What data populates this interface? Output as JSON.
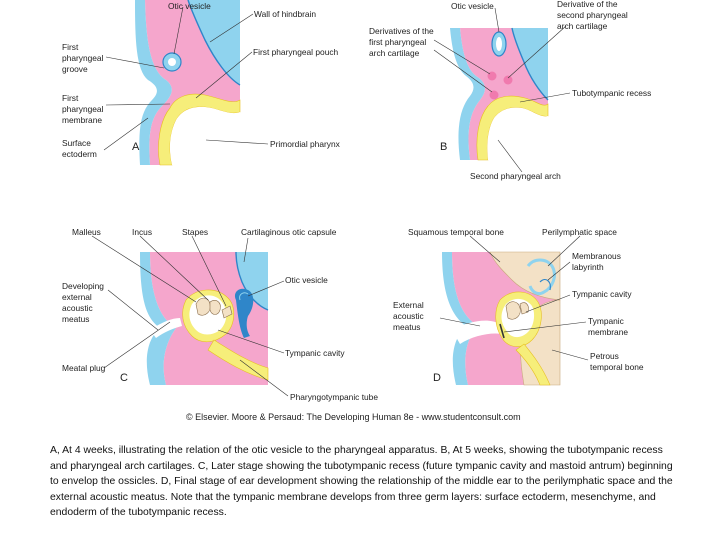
{
  "colors": {
    "pink": "#f5a6cc",
    "blue": "#8fd3ee",
    "blue_dark": "#2f86c9",
    "yellow": "#f6ee7a",
    "cream": "#f3e1c6",
    "background": "#ffffff"
  },
  "panels": {
    "A": {
      "letter": "A",
      "labels": {
        "otic_vesicle": "Otic vesicle",
        "wall_of_hindbrain": "Wall of hindbrain",
        "first_pharyngeal_groove": [
          "First",
          "pharyngeal",
          "groove"
        ],
        "first_pharyngeal_pouch": "First pharyngeal pouch",
        "first_pharyngeal_membrane": [
          "First",
          "pharyngeal",
          "membrane"
        ],
        "surface_ectoderm": [
          "Surface",
          "ectoderm"
        ],
        "primordial_pharynx": "Primordial pharynx"
      }
    },
    "B": {
      "letter": "B",
      "labels": {
        "otic_vesicle": "Otic vesicle",
        "derivatives_first_arch": [
          "Derivatives of the",
          "first pharyngeal",
          "arch cartilage"
        ],
        "derivative_second_arch": [
          "Derivative of the",
          "second pharyngeal",
          "arch cartilage"
        ],
        "tubotympanic_recess": "Tubotympanic recess",
        "second_pharyngeal_arch": "Second pharyngeal arch"
      }
    },
    "C": {
      "letter": "C",
      "labels": {
        "malleus": "Malleus",
        "incus": "Incus",
        "stapes": "Stapes",
        "cartilaginous_otic_capsule": "Cartilaginous otic capsule",
        "developing_external_meatus": [
          "Developing",
          "external",
          "acoustic",
          "meatus"
        ],
        "otic_vesicle": "Otic vesicle",
        "tympanic_cavity": "Tympanic cavity",
        "meatal_plug": "Meatal plug",
        "pharyngotympanic_tube": "Pharyngotympanic tube"
      }
    },
    "D": {
      "letter": "D",
      "labels": {
        "squamous_temporal_bone": "Squamous temporal bone",
        "perilymphatic_space": "Perilymphatic space",
        "membranous_labyrinth": [
          "Membranous",
          "labyrinth"
        ],
        "tympanic_cavity": "Tympanic cavity",
        "external_acoustic_meatus": [
          "External",
          "acoustic",
          "meatus"
        ],
        "tympanic_membrane": [
          "Tympanic",
          "membrane"
        ],
        "petrous_temporal_bone": [
          "Petrous",
          "temporal bone"
        ]
      }
    }
  },
  "copyright": "© Elsevier. Moore & Persaud: The Developing Human 8e - www.studentconsult.com",
  "caption": "A, At 4 weeks, illustrating the relation of the otic vesicle to the pharyngeal apparatus. B, At 5 weeks, showing the tubotympanic recess and pharyngeal arch cartilages. C, Later stage showing the tubotympanic recess (future tympanic cavity and mastoid antrum) beginning to envelop the ossicles. D, Final stage of ear development showing the relationship of the middle ear to the perilymphatic space and the external acoustic meatus. Note that the tympanic membrane develops from three germ layers: surface ectoderm, mesenchyme, and endoderm of the tubotympanic recess."
}
